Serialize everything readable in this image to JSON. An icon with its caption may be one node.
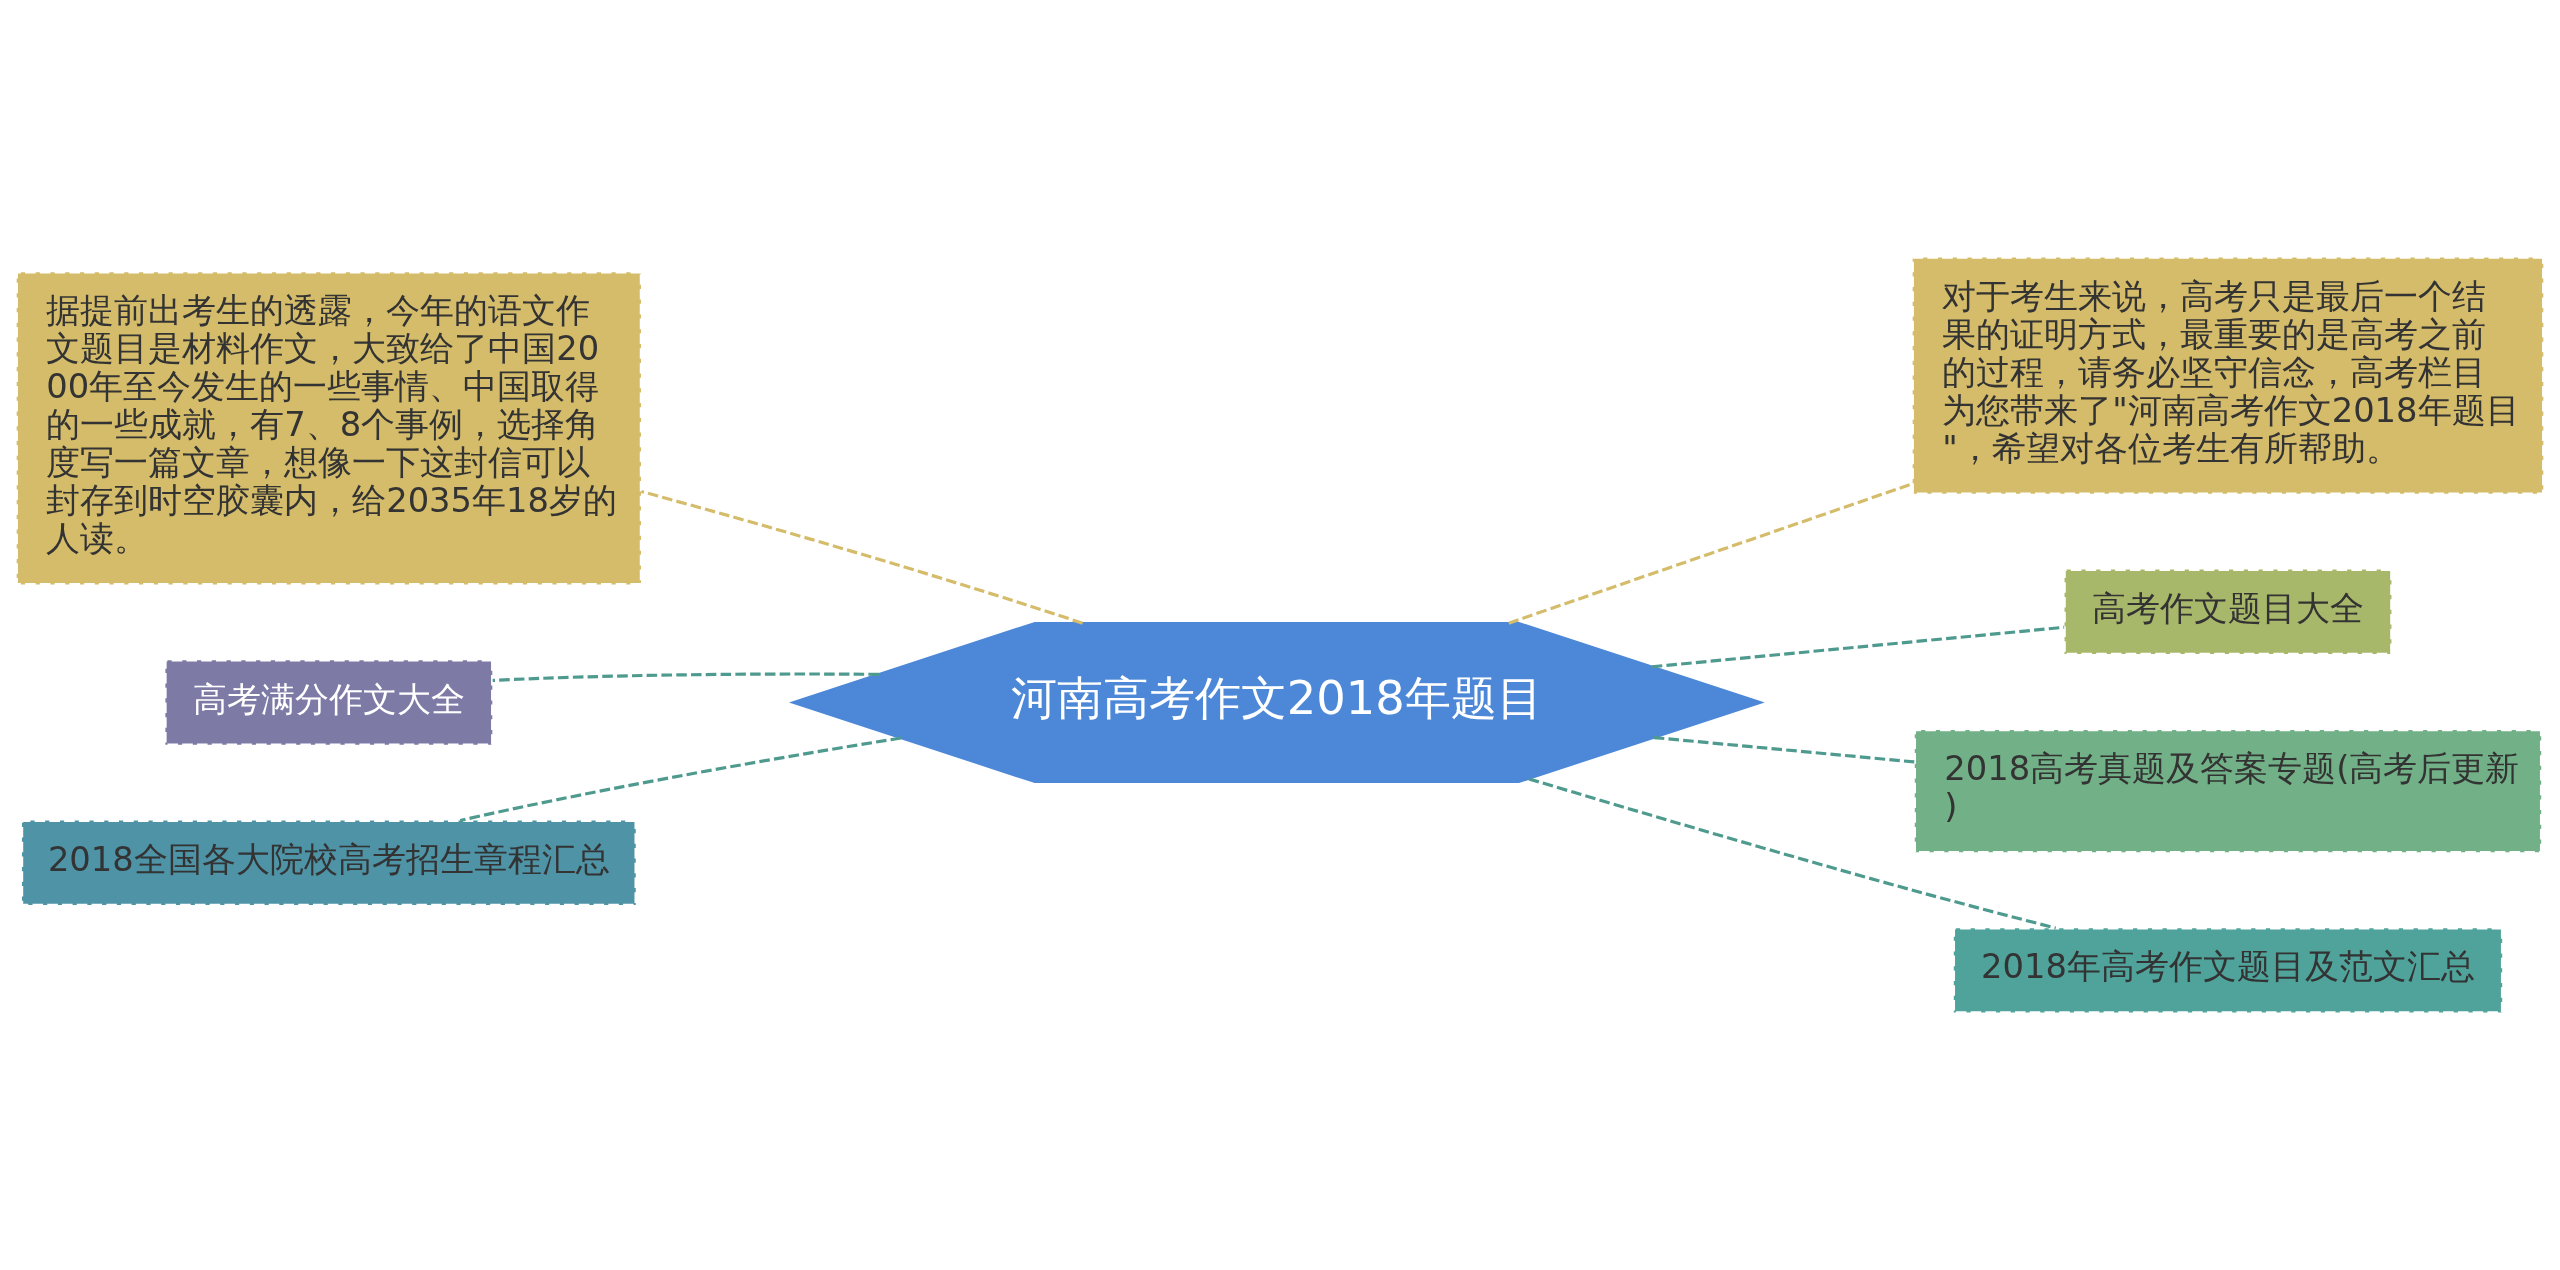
{
  "diagram": {
    "nodes": [
      {
        "text": [
          "河南高考作文2018年题目"
        ]
      },
      {
        "text": [
          "据提前出考生的透露，今年的语文作文题目是材料作文，大致给了中国2000年至今发生的一些事情、中国取得的一些成就，有7、8个事例，选择角度写一篇文章，想像一下这封信可以封存到时空胶囊内，给2035年18岁的人读。"
        ]
      },
      {
        "text": [
          "高考满分作文大全"
        ]
      },
      {
        "text": [
          "2018全国各大院校高考招生章程汇总"
        ]
      },
      {
        "text": [
          "对于考生来说，高考只是最后一个结果的证明方式，最重要的是高考之前的过程，请务必坚守信念，高考栏目为您带来了\"河南高考作文2018年题目\"，希望对各位考生有所帮助。"
        ]
      },
      {
        "text": [
          "高考作文题目大全"
        ]
      },
      {
        "text": [
          "2018高考真题及答案专题(高考后更新)"
        ]
      },
      {
        "text": [
          "2018年高考作文题目及范文汇总"
        ]
      }
    ],
    "edges": [
      {
        "from": 0,
        "to": 1,
        "arrow": "none",
        "style": "dashed",
        "color": "#d4bc6a"
      },
      {
        "from": 0,
        "to": 2,
        "arrow": "none",
        "style": "dashed"
      },
      {
        "from": 0,
        "to": 3,
        "arrow": "none",
        "style": "dashed"
      },
      {
        "from": 0,
        "to": 4,
        "arrow": "none",
        "style": "dashed",
        "color": "#d4bc6a"
      },
      {
        "from": 0,
        "to": 5,
        "arrow": "none",
        "style": "dashed"
      },
      {
        "from": 0,
        "to": 6,
        "arrow": "none",
        "style": "dashed"
      },
      {
        "from": 0,
        "to": 7,
        "arrow": "none",
        "style": "dashed"
      }
    ]
  }
}
